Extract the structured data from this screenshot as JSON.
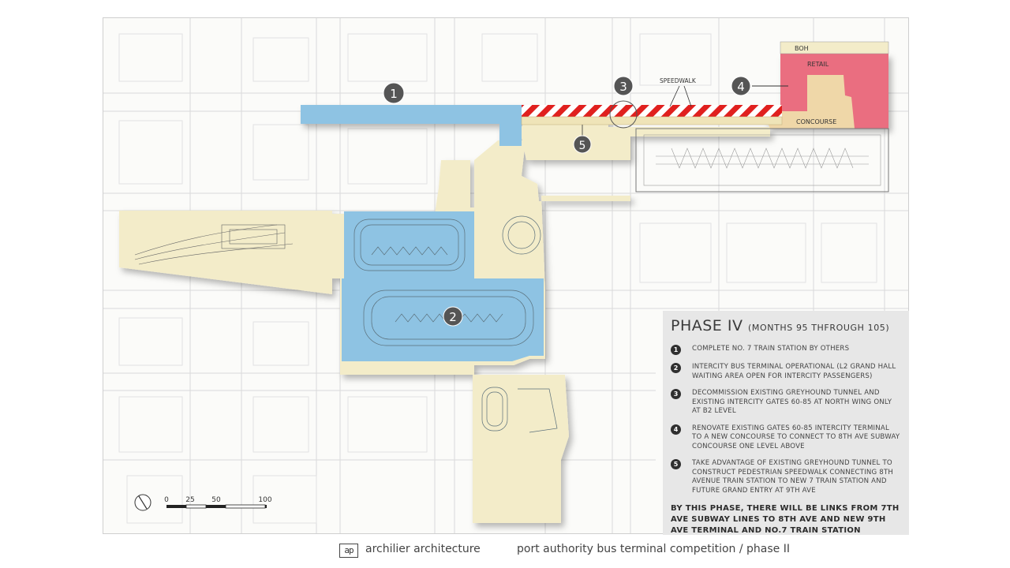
{
  "plan": {
    "labels": {
      "boh": "BOH",
      "retail": "RETAIL",
      "speedwalk": "SPEEDWALK",
      "concourse": "CONCOURSE"
    },
    "markers": [
      "1",
      "2",
      "3",
      "4",
      "5"
    ],
    "scale": {
      "ticks": [
        "0",
        "25",
        "50",
        "100"
      ]
    },
    "colors": {
      "blue": "#8ec3e3",
      "cream": "#f3ecc9",
      "pink": "#ea6e80",
      "hatch_red": "#e0201e",
      "grid": "#d8d8d8"
    },
    "icons": [
      "north-arrow-icon",
      "scale-bar-icon"
    ]
  },
  "legend": {
    "title": "PHASE IV",
    "subtitle": "(MONTHS 95 THFROUGH 105)",
    "items": [
      {
        "num": "1",
        "text": "Complete No. 7 Train Station by Others"
      },
      {
        "num": "2",
        "text": "Intercity Bus Terminal Operational (L2 Grand Hall Waiting Area Open for Intercity Passengers)"
      },
      {
        "num": "3",
        "text": "Decommission Existing Greyhound Tunnel and Existing Intercity Gates  60-85 at North Wing Only at B2 Level"
      },
      {
        "num": "4",
        "text": "Renovate Existing Gates 60-85 Intercity Terminal to a New Concourse to Connect to 8th Ave Subway Concourse One Level Above"
      },
      {
        "num": "5",
        "text": "Take Advantage of Existing Greyhound Tunnel to Construct Pedestrian Speedwalk Connecting 8th Avenue Train Station to New 7 Train Station and Future Grand Entry at 9th Ave"
      }
    ],
    "note": "BY THIS PHASE, THERE WILL BE LINKS FROM 7TH AVE SUBWAY LINES TO 8TH AVE AND NEW 9TH AVE TERMINAL AND NO.7 TRAIN STATION"
  },
  "footer": {
    "logo": "ap",
    "firm": "archilier architecture",
    "project": "port authority bus terminal competition / phase II"
  }
}
